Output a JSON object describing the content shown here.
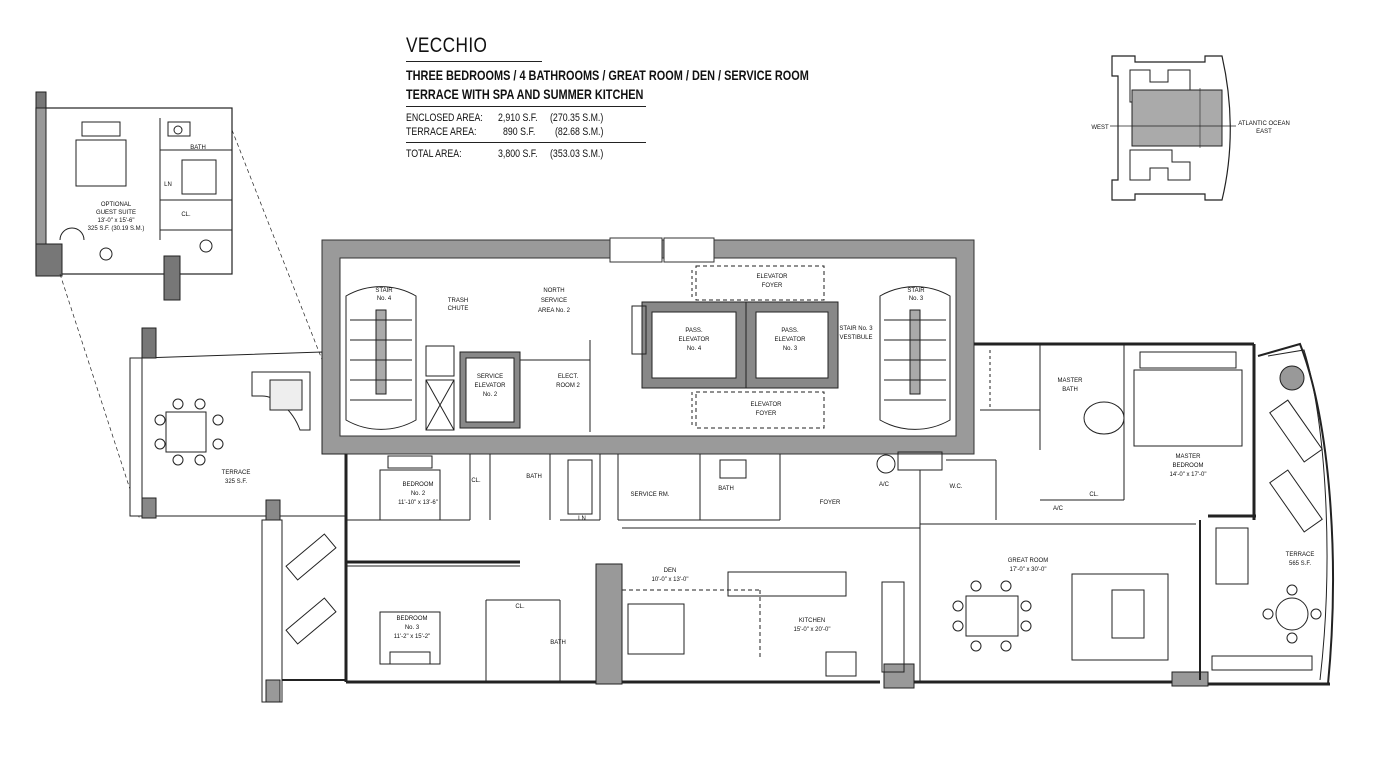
{
  "header": {
    "title": "VECCHIO",
    "line1": "THREE BEDROOMS / 4 BATHROOMS / GREAT ROOM / DEN / SERVICE ROOM",
    "line2": "TERRACE WITH SPA AND SUMMER KITCHEN"
  },
  "areas": {
    "enclosed": {
      "label": "ENCLOSED AREA:",
      "sf": "2,910 S.F.",
      "sm": "(270.35 S.M.)"
    },
    "terrace": {
      "label": "TERRACE AREA:",
      "sf": "890 S.F.",
      "sm": "(82.68 S.M.)"
    },
    "total": {
      "label": "TOTAL AREA:",
      "sf": "3,800 S.F.",
      "sm": "(353.03 S.M.)"
    }
  },
  "keyplan": {
    "west": "WEST",
    "east_line1": "ATLANTIC OCEAN",
    "east_line2": "EAST"
  },
  "rooms": {
    "guest_bath": "BATH",
    "guest_ln": "LN",
    "guest_cl": "CL.",
    "guest_suite": [
      "OPTIONAL",
      "GUEST SUITE",
      "13'-0\" x 15'-6\"",
      "325 S.F. (30.19 S.M.)"
    ],
    "stair4": [
      "STAIR",
      "No. 4"
    ],
    "trash": [
      "TRASH",
      "CHUTE"
    ],
    "north_service": [
      "NORTH",
      "SERVICE",
      "AREA No. 2"
    ],
    "service_elev": [
      "SERVICE",
      "ELEVATOR",
      "No. 2"
    ],
    "elect": [
      "ELECT.",
      "ROOM 2"
    ],
    "pass4": [
      "PASS.",
      "ELEVATOR",
      "No. 4"
    ],
    "pass3": [
      "PASS.",
      "ELEVATOR",
      "No. 3"
    ],
    "elev_foyer_top": [
      "ELEVATOR",
      "FOYER"
    ],
    "elev_foyer_bot": [
      "ELEVATOR",
      "FOYER"
    ],
    "stair3_vest": [
      "STAIR No. 3",
      "VESTIBULE"
    ],
    "stair3": [
      "STAIR",
      "No. 3"
    ],
    "master_bath": [
      "MASTER",
      "BATH"
    ],
    "master_bed": [
      "MASTER",
      "BEDROOM",
      "14'-0\" x 17'-0\""
    ],
    "terrace_left": [
      "TERRACE",
      "325 S.F."
    ],
    "bedroom2": [
      "BEDROOM",
      "No. 2",
      "11'-10\" x 13'-6\""
    ],
    "bath_b2_cl": "CL.",
    "bath_b2": "BATH",
    "ln_b": "LN",
    "service_rm": "SERVICE RM.",
    "bath_svc": "BATH",
    "foyer": "FOYER",
    "ac1": "A/C",
    "wc": "W.C.",
    "ac2": "A/C",
    "cl_master": "CL.",
    "bedroom3": [
      "BEDROOM",
      "No. 3",
      "11'-2\" x 15'-2\""
    ],
    "cl_b3": "CL.",
    "bath_b3": "BATH",
    "den": [
      "DEN",
      "10'-0\" x 13'-0\""
    ],
    "kitchen": [
      "KITCHEN",
      "15'-0\" x 20'-0\""
    ],
    "great_room": [
      "GREAT ROOM",
      "17'-0\" x 30'-0\""
    ],
    "terrace_right": [
      "TERRACE",
      "565 S.F."
    ]
  }
}
